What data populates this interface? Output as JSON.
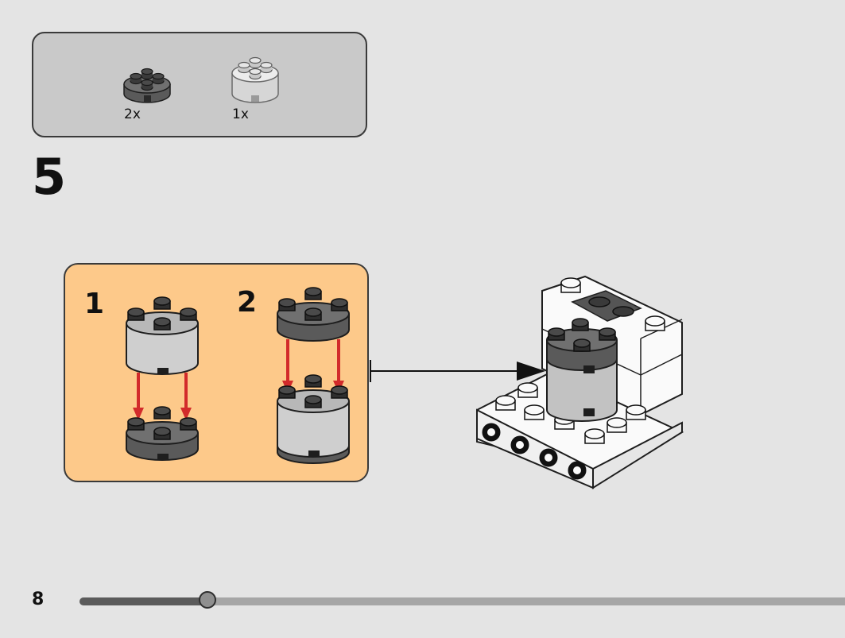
{
  "step": {
    "number": "5"
  },
  "parts": [
    {
      "qty": "2x",
      "color": "#6b6b6b",
      "icon": "round-plate-2x2-dark-gray-icon"
    },
    {
      "qty": "1x",
      "color": "#d9d9d9",
      "icon": "round-brick-2x2-light-gray-icon"
    }
  ],
  "substeps": [
    {
      "label": "1"
    },
    {
      "label": "2"
    }
  ],
  "page": {
    "number": "8",
    "progress": 0.167
  },
  "colors": {
    "page_bg": "#e4e4e4",
    "parts_bg": "#c9c9c9",
    "substep_bg": "#fdc98a",
    "arrow_red": "#d22b2b"
  }
}
